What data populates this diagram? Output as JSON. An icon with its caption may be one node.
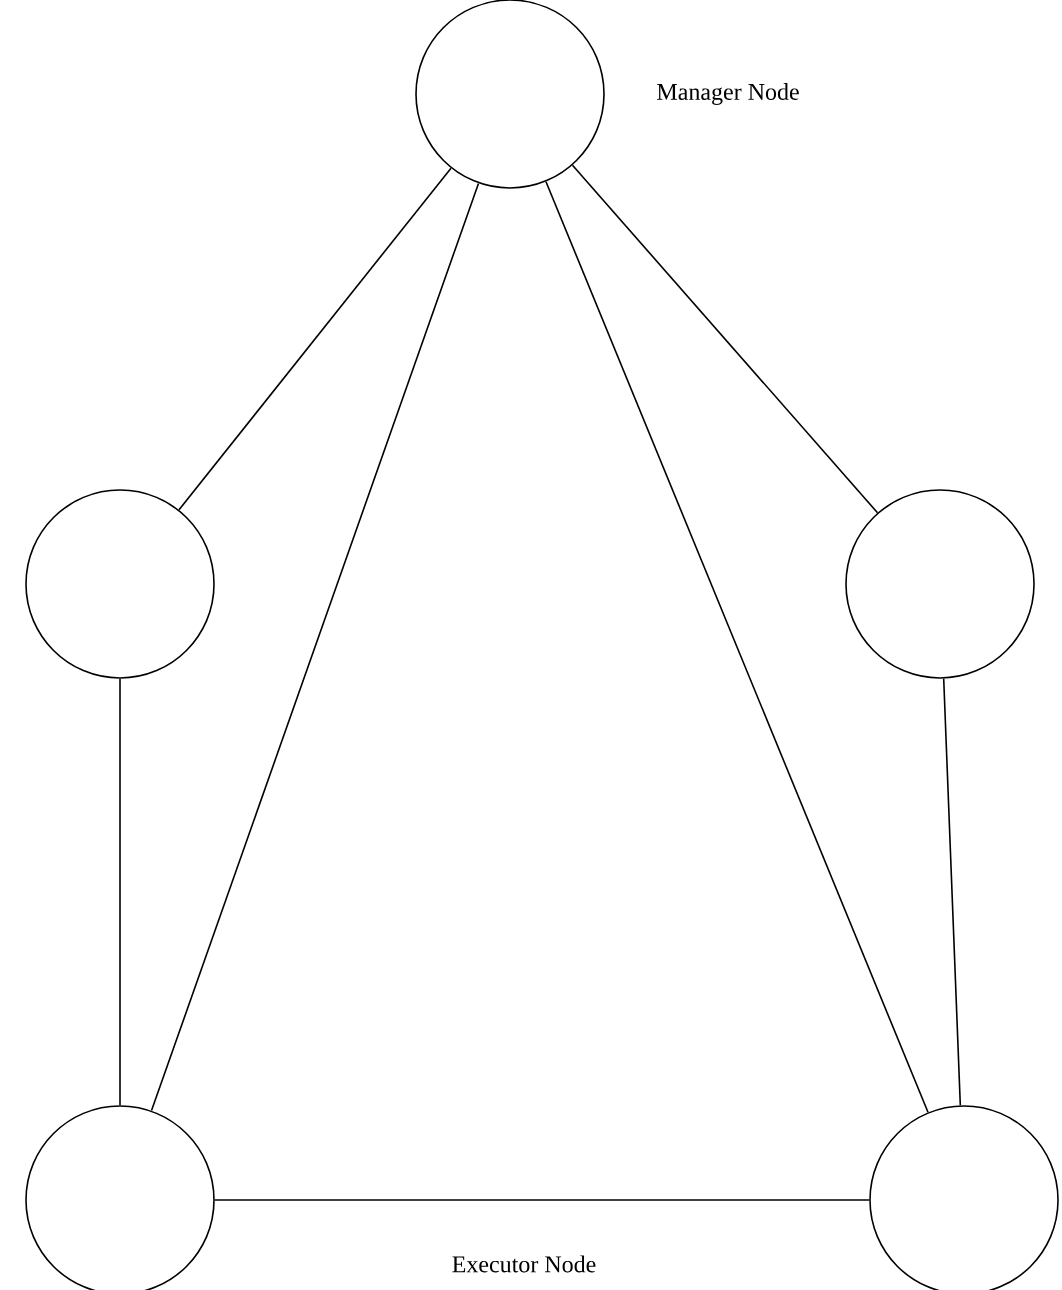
{
  "diagram": {
    "nodes": [
      {
        "text": [],
        "shape": "circle",
        "beside": [
          "Manager Node"
        ]
      },
      {
        "text": [],
        "shape": "circle"
      },
      {
        "text": [],
        "shape": "circle"
      },
      {
        "text": [],
        "shape": "circle"
      },
      {
        "text": [],
        "shape": "circle"
      }
    ],
    "edges": [
      {
        "from": 0,
        "to": 1,
        "arrow": "none"
      },
      {
        "from": 0,
        "to": 2,
        "arrow": "none"
      },
      {
        "from": 0,
        "to": 3,
        "arrow": "none"
      },
      {
        "from": 0,
        "to": 4,
        "arrow": "none"
      },
      {
        "from": 1,
        "to": 3,
        "arrow": "none"
      },
      {
        "from": 2,
        "to": 4,
        "arrow": "none"
      },
      {
        "from": 3,
        "to": 4,
        "arrow": "none"
      }
    ],
    "labels": [
      "Executor Node"
    ]
  }
}
